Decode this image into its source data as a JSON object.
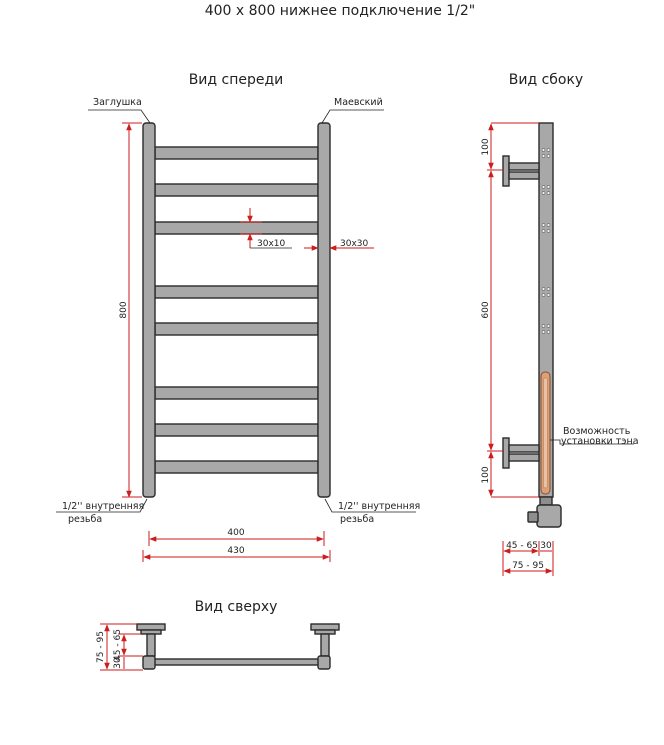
{
  "title": "400 х 800 нижнее подключение 1/2\"",
  "front_view": {
    "heading": "Вид спереди",
    "plug_label": "Заглушка",
    "valve_label": "Маевский",
    "thread_left_line1": "1/2'' внутренняя",
    "thread_left_line2": "резьба",
    "thread_right_line1": "1/2'' внутренняя",
    "thread_right_line2": "резьба",
    "dim_height": "800",
    "dim_crossbar": "30x10",
    "dim_upright": "30x30",
    "dim_inner_width": "400",
    "dim_outer_width": "430"
  },
  "side_view": {
    "heading": "Вид сбоку",
    "dim_top": "100",
    "dim_mid": "600",
    "dim_bottom": "100",
    "heater_line1": "Возможность",
    "heater_line2": "установки тэна",
    "dim_mount": "45 - 65",
    "dim_pipe": "30",
    "dim_depth": "75 - 95"
  },
  "top_view": {
    "heading": "Вид сверху",
    "dim_depth": "75 - 95",
    "dim_mount": "45 - 65",
    "dim_pipe": "30"
  },
  "colors": {
    "pipe": "#a8a8a8",
    "outline": "#2b2b2b",
    "dimension": "#cc1e1e",
    "heater": "#d9a07a"
  }
}
